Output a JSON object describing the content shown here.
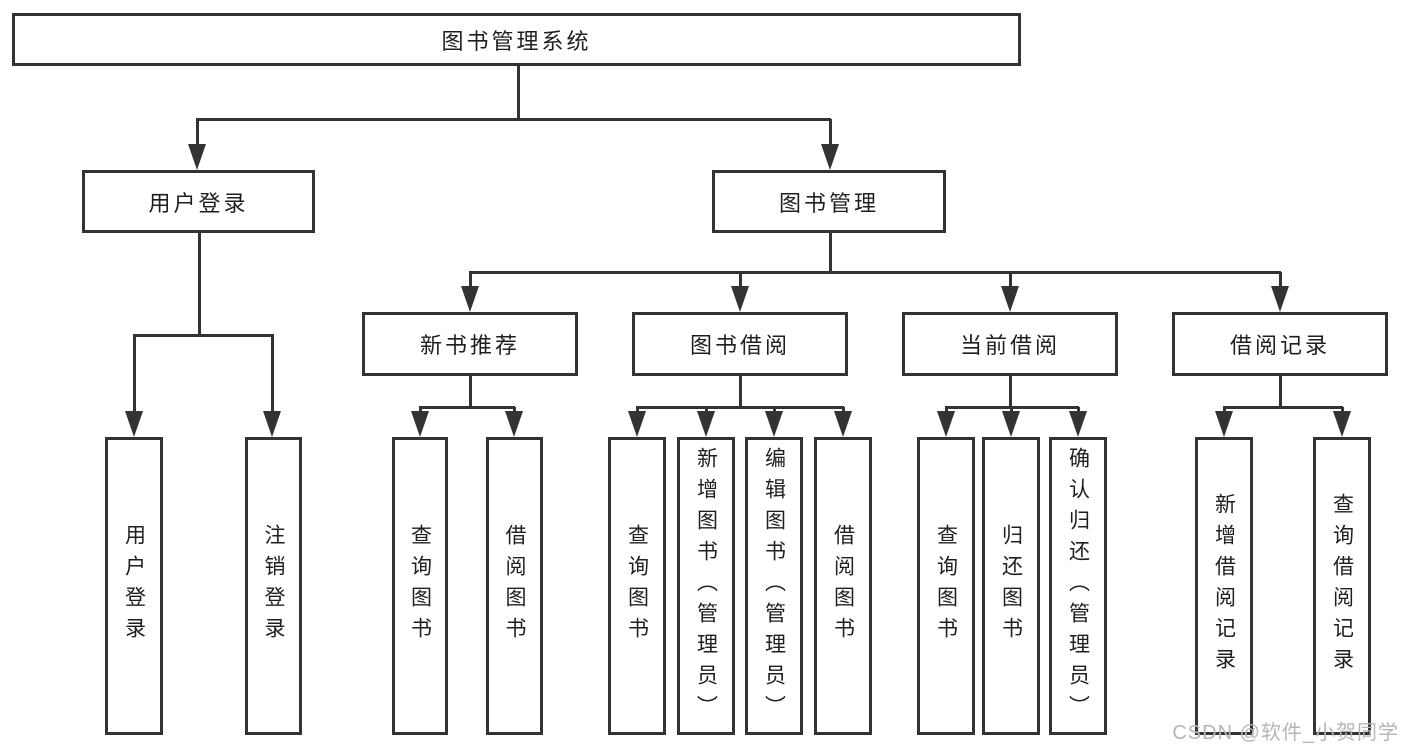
{
  "tree": {
    "label": "图书管理系统",
    "children": [
      {
        "label": "用户登录",
        "children": [
          {
            "label": "用户登录"
          },
          {
            "label": "注销登录"
          }
        ]
      },
      {
        "label": "图书管理",
        "children": [
          {
            "label": "新书推荐",
            "children": [
              {
                "label": "查询图书"
              },
              {
                "label": "借阅图书"
              }
            ]
          },
          {
            "label": "图书借阅",
            "children": [
              {
                "label": "查询图书"
              },
              {
                "label": "新增图书（管理员）"
              },
              {
                "label": "编辑图书（管理员）"
              },
              {
                "label": "借阅图书"
              }
            ]
          },
          {
            "label": "当前借阅",
            "children": [
              {
                "label": "查询图书"
              },
              {
                "label": "归还图书"
              },
              {
                "label": "确认归还（管理员）"
              }
            ]
          },
          {
            "label": "借阅记录",
            "children": [
              {
                "label": "新增借阅记录"
              },
              {
                "label": "查询借阅记录"
              }
            ]
          }
        ]
      }
    ]
  },
  "watermark": "CSDN @软件_小贺同学",
  "colors": {
    "line": "#333333",
    "text": "#1f1f1f",
    "watermark": "#b6b6b6",
    "background": "#ffffff"
  }
}
